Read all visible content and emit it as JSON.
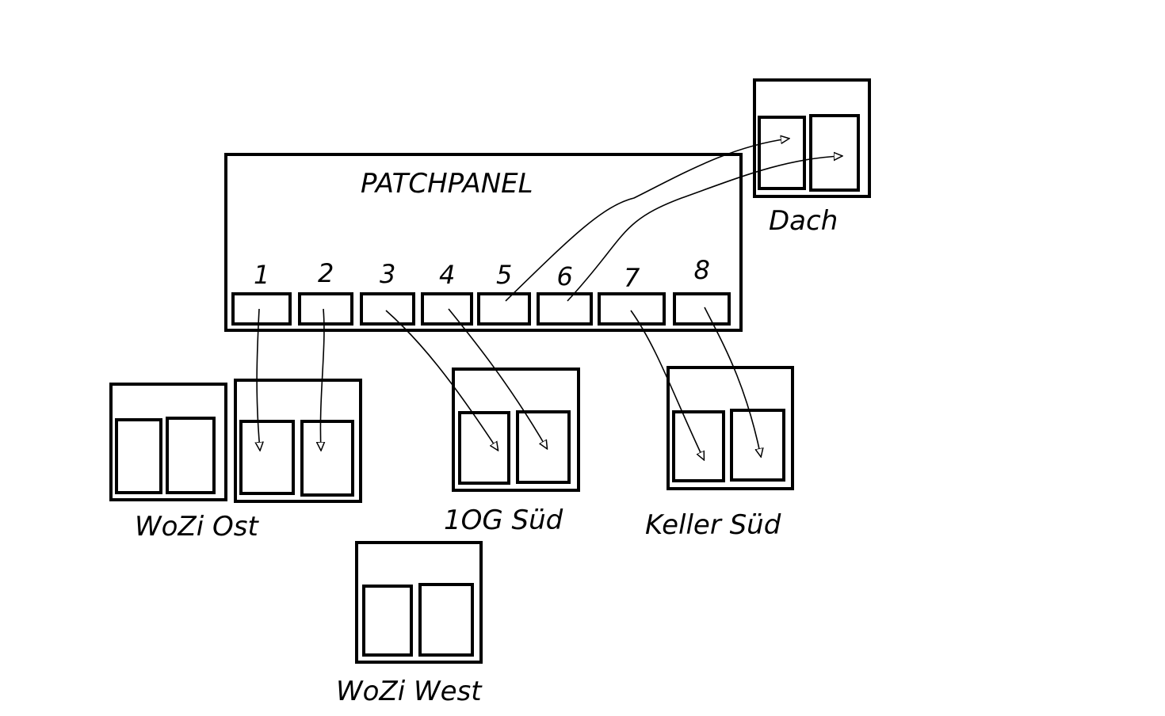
{
  "diagram": {
    "patchpanel": {
      "title": "PATCHPANEL",
      "ports": [
        "1",
        "2",
        "3",
        "4",
        "5",
        "6",
        "7",
        "8"
      ]
    },
    "rooms": {
      "dach": "Dach",
      "wozi_ost": "WoZi Ost",
      "og_sued": "1OG Süd",
      "keller_sued": "Keller Süd",
      "wozi_west": "WoZi West"
    },
    "connections": [
      {
        "port": "1",
        "to": "WoZi Ost"
      },
      {
        "port": "2",
        "to": "WoZi Ost"
      },
      {
        "port": "3",
        "to": "1OG Süd"
      },
      {
        "port": "4",
        "to": "1OG Süd"
      },
      {
        "port": "5",
        "to": "Dach"
      },
      {
        "port": "6",
        "to": "Dach"
      },
      {
        "port": "7",
        "to": "Keller Süd"
      },
      {
        "port": "8",
        "to": "Keller Süd"
      }
    ]
  }
}
